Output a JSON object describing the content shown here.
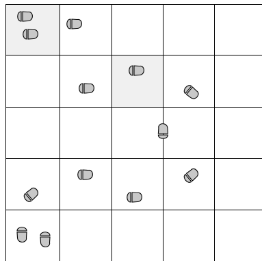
{
  "puzzle": {
    "rows": 5,
    "cols": 5,
    "shaded_cells": [
      [
        0,
        0
      ],
      [
        1,
        2
      ]
    ],
    "colors": {
      "shade": "#f0f0f0",
      "grid": "#000000",
      "footprint_fill": "#c8c8c8",
      "footprint_stroke": "#000000"
    },
    "cells": [
      {
        "row": 0,
        "col": 0,
        "icon": "footprints-pair-icon",
        "heading": "east"
      },
      {
        "row": 0,
        "col": 1,
        "icon": "footprint-icon",
        "heading": "east"
      },
      {
        "row": 1,
        "col": 1,
        "icon": "footprint-icon",
        "heading": "east"
      },
      {
        "row": 1,
        "col": 2,
        "icon": "footprint-icon",
        "heading": "east"
      },
      {
        "row": 1,
        "col": 3,
        "icon": "footprint-icon",
        "heading": "south-east"
      },
      {
        "row": 2,
        "col": 3,
        "icon": "footprint-icon",
        "heading": "north"
      },
      {
        "row": 3,
        "col": 0,
        "icon": "footprint-icon",
        "heading": "north-east"
      },
      {
        "row": 3,
        "col": 1,
        "icon": "footprint-icon",
        "heading": "east"
      },
      {
        "row": 3,
        "col": 2,
        "icon": "footprint-icon",
        "heading": "east"
      },
      {
        "row": 3,
        "col": 3,
        "icon": "footprint-icon",
        "heading": "north-east"
      },
      {
        "row": 4,
        "col": 0,
        "icon": "footprints-pair-icon",
        "heading": "south"
      }
    ]
  }
}
